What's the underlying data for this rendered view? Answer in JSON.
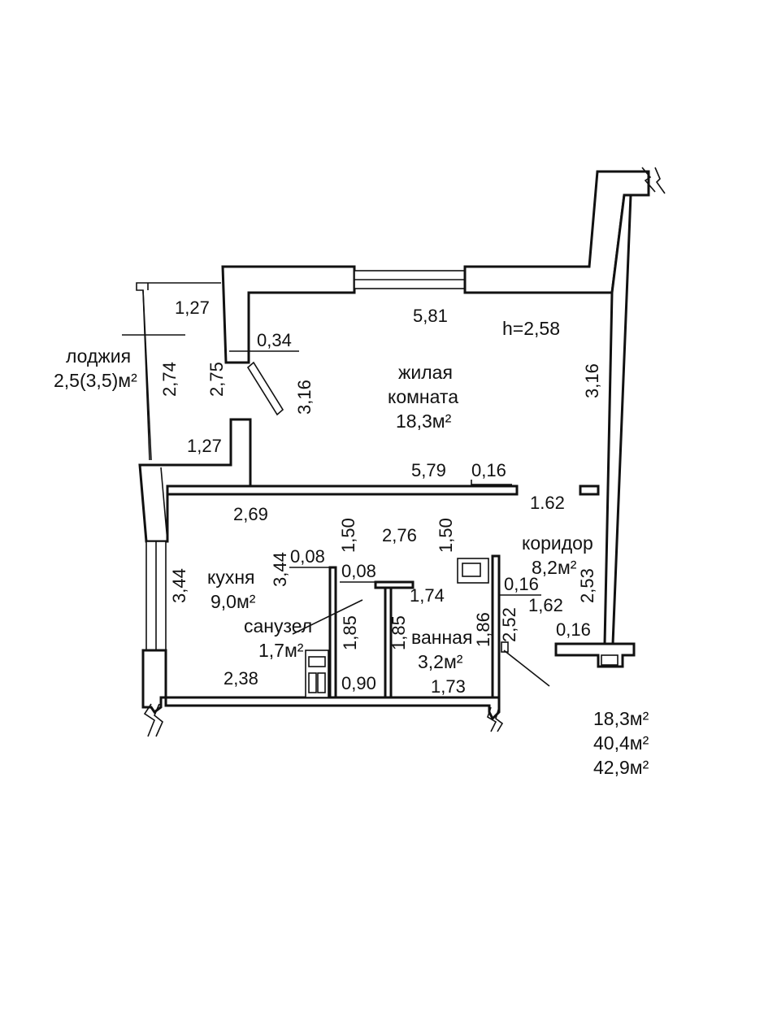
{
  "plan": {
    "ceiling_height": "h=2,58",
    "rooms": {
      "living": {
        "name_line1": "жилая",
        "name_line2": "комната",
        "area": "18,3м²"
      },
      "loggia": {
        "name": "лоджия",
        "area": "2,5(3,5)м²"
      },
      "kitchen": {
        "name": "кухня",
        "area": "9,0м²"
      },
      "wc": {
        "name": "санузел",
        "area": "1,7м²"
      },
      "bath": {
        "name": "ванная",
        "area": "3,2м²"
      },
      "corridor": {
        "name": "коридор",
        "area": "8,2м²"
      }
    },
    "dimensions": {
      "d_5_81": "5,81",
      "d_1_27_top": "1,27",
      "d_0_34": "0,34",
      "d_2_74": "2,74",
      "d_2_75": "2,75",
      "d_3_16_door": "3,16",
      "d_3_16_right": "3,16",
      "d_1_27_mid": "1,27",
      "d_5_79": "5,79",
      "d_0_16_a": "0,16",
      "d_1_62_a": "1.62",
      "d_2_69": "2,69",
      "d_1_50_a": "1,50",
      "d_2_76": "2,76",
      "d_1_50_b": "1,50",
      "d_3_44_outer": "3,44",
      "d_3_44_inner": "3,44",
      "d_0_08_a": "0,08",
      "d_0_08_b": "0,08",
      "d_1_74": "1,74",
      "d_0_16_b": "0,16",
      "d_2_53": "2,53",
      "d_1_62_b": "1,62",
      "d_2_52": "2,52",
      "d_1_85_a": "1,85",
      "d_1_85_b": "1,85",
      "d_1_86": "1,86",
      "d_0_16_c": "0,16",
      "d_2_38": "2,38",
      "d_0_90": "0,90",
      "d_1_73": "1,73"
    },
    "totals": [
      "18,3м²",
      "40,4м²",
      "42,9м²"
    ]
  }
}
